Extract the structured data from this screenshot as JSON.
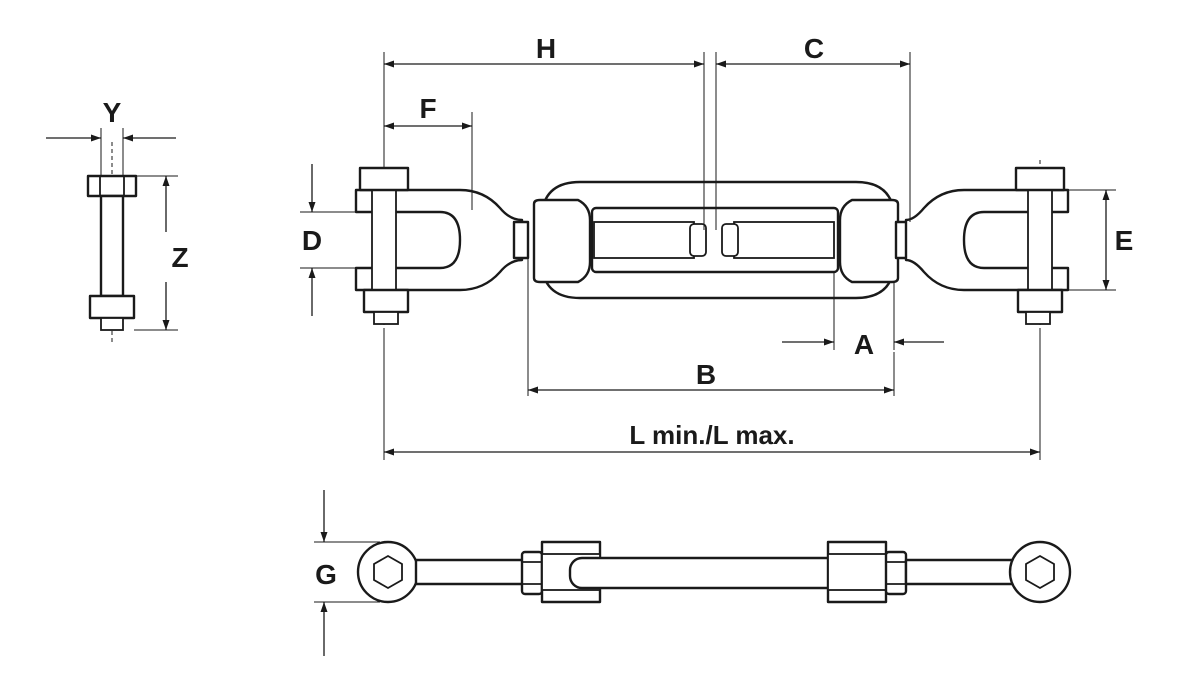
{
  "labels": {
    "Y": "Y",
    "Z": "Z",
    "H": "H",
    "C": "C",
    "F": "F",
    "D": "D",
    "E": "E",
    "A": "A",
    "B": "B",
    "L": "L min./L max.",
    "G": "G"
  }
}
